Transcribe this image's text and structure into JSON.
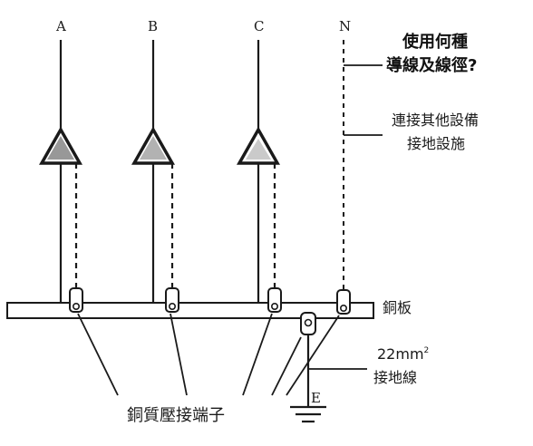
{
  "phases": [
    "A",
    "B",
    "C",
    "N"
  ],
  "question_line1": "使用何種",
  "question_line2": "導線及線徑?",
  "connect_line1": "連接其他設備",
  "connect_line2": "接地設施",
  "copper_plate": "銅板",
  "wire_size": "22mm",
  "wire_size_sup": "2",
  "ground_wire": "接地線",
  "terminal_label": "銅質壓接端子",
  "earth": "E"
}
